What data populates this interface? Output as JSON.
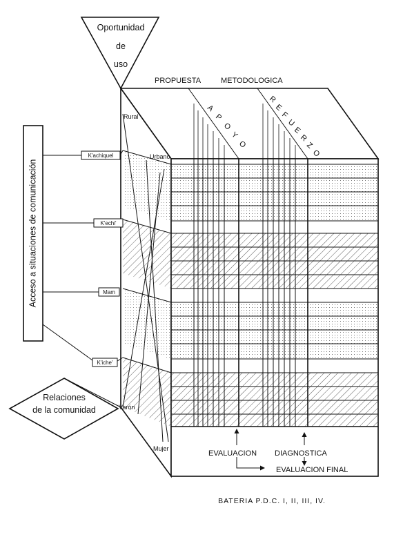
{
  "oportunidad": {
    "line1": "Oportunidad",
    "line2": "de",
    "line3": "uso"
  },
  "acceso": {
    "title": "Acceso a situaciones de comunicación"
  },
  "relaciones": {
    "line1": "Relaciones",
    "line2": "de la comunidad"
  },
  "propuesta": {
    "word1": "PROPUESTA",
    "word2": "METODOLOGICA"
  },
  "apoyo": {
    "letters": [
      "A",
      "P",
      "O",
      "Y",
      "O"
    ]
  },
  "refuerzo": {
    "letters": [
      "R",
      "E",
      "F",
      "U",
      "E",
      "R",
      "Z",
      "O"
    ]
  },
  "languages": [
    "K'achiquel",
    "K'echi'",
    "Mam",
    "K'iche'"
  ],
  "settings": {
    "rural": "Rural",
    "urbano": "Urbano"
  },
  "gender": {
    "varon": "Varón",
    "mujer": "Mujer"
  },
  "evaluation": {
    "evaluacion": "EVALUACION",
    "diagnostica": "DIAGNOSTICA",
    "final": "EVALUACION FINAL"
  },
  "caption": "BATERIA P.D.C. I, II, III, IV."
}
